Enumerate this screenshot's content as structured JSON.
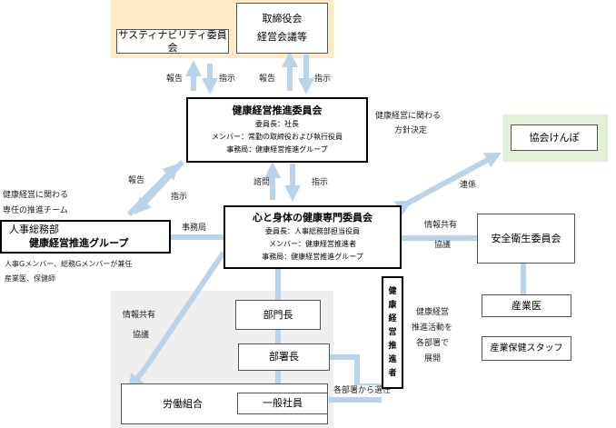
{
  "board": {
    "line1": "取締役会",
    "line2": "経営会議等"
  },
  "sustainability": {
    "label": "サスティナビリティ委員会"
  },
  "arrow_labels": {
    "report1": "報告",
    "instruct1": "指示",
    "report2": "報告",
    "instruct2": "指示",
    "report3": "報告",
    "instruct3": "指示",
    "consult": "諮問",
    "instruct4": "指示",
    "office": "事務局",
    "liaison": "連係",
    "share1": "情報共有",
    "discuss1": "協議",
    "share2": "情報共有",
    "discuss2": "協議",
    "selected": "各部署から選任"
  },
  "policy_note": {
    "line1": "健康経営に関わる",
    "line2": "方針決定"
  },
  "promo_committee": {
    "title": "健康経営推進委員会",
    "line1": "委員長：社長",
    "line2": "メンバー：常勤の取締役および執行役員",
    "line3": "事務局：健康経営推進グループ"
  },
  "kyokai": {
    "label": "協会けんぽ"
  },
  "hr_note": {
    "line1": "健康経営に関わる",
    "line2": "専任の推進チーム"
  },
  "hr_box": {
    "line1": "人事総務部",
    "line2": "健康経営推進グループ"
  },
  "hr_members": {
    "line1": "人事Gメンバー、総務Gメンバーが兼任",
    "line2": "産業医、保健師"
  },
  "expert_committee": {
    "title": "心と身体の健康専門委員会",
    "line1": "委員長：人事総務部担当役員",
    "line2": "メンバー：健康経営推進者",
    "line3": "事務局：健康経営推進グループ"
  },
  "safety": {
    "label": "安全衛生委員会"
  },
  "doctor": {
    "label": "産業医"
  },
  "staff": {
    "label": "産業保健スタッフ"
  },
  "dept_head": {
    "label": "部門長"
  },
  "section_head": {
    "label": "部署長"
  },
  "union": {
    "label": "労働組合"
  },
  "employee": {
    "label": "一般社員"
  },
  "promoter": {
    "chars": [
      "健",
      "康",
      "経",
      "営",
      "推",
      "進",
      "者"
    ]
  },
  "promoter_note": {
    "line1": "健康経営",
    "line2": "推進活動を",
    "line3": "各部署で",
    "line4": "展開"
  },
  "colors": {
    "arrow": "#b9d4ea",
    "top_panel": "#fde9c3",
    "kyokai_panel": "#e2f0d9",
    "bottom_panel": "#efefef"
  }
}
